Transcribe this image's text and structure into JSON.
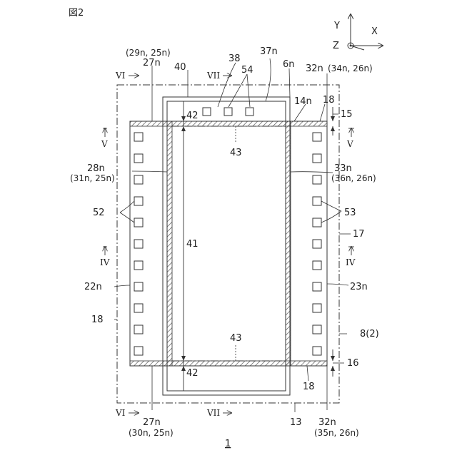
{
  "figure_title": "図2",
  "axes": {
    "y": "Y",
    "x": "X",
    "z": "Z"
  },
  "labels": {
    "l29_25": "(29n, 25n)",
    "l27_top": "27n",
    "l40": "40",
    "l38": "38",
    "l54": "54",
    "l37": "37n",
    "l6": "6n",
    "l32_top": "32n",
    "l34_26": "(34n, 26n)",
    "l14": "14n",
    "l18_top": "18",
    "l15": "15",
    "l42_top": "42",
    "l43_top": "43",
    "l28": "28n",
    "l31_25": "(31n, 25n)",
    "l33": "33n",
    "l36_26": "(36n, 26n)",
    "l52": "52",
    "l53": "53",
    "l17": "17",
    "l41": "41",
    "l22": "22n",
    "l23": "23n",
    "l18_left": "18",
    "l8_2": "8(2)",
    "l43_bot": "43",
    "l16": "16",
    "l42_bot": "42",
    "l18_bot": "18",
    "l27_bot": "27n",
    "l30_25": "(30n, 25n)",
    "l13": "13",
    "l32_bot": "32n",
    "l35_26": "(35n, 26n)",
    "l1": "1"
  },
  "section_marks": {
    "VI": "VI",
    "VII": "VII",
    "V": "V",
    "IV": "IV"
  }
}
